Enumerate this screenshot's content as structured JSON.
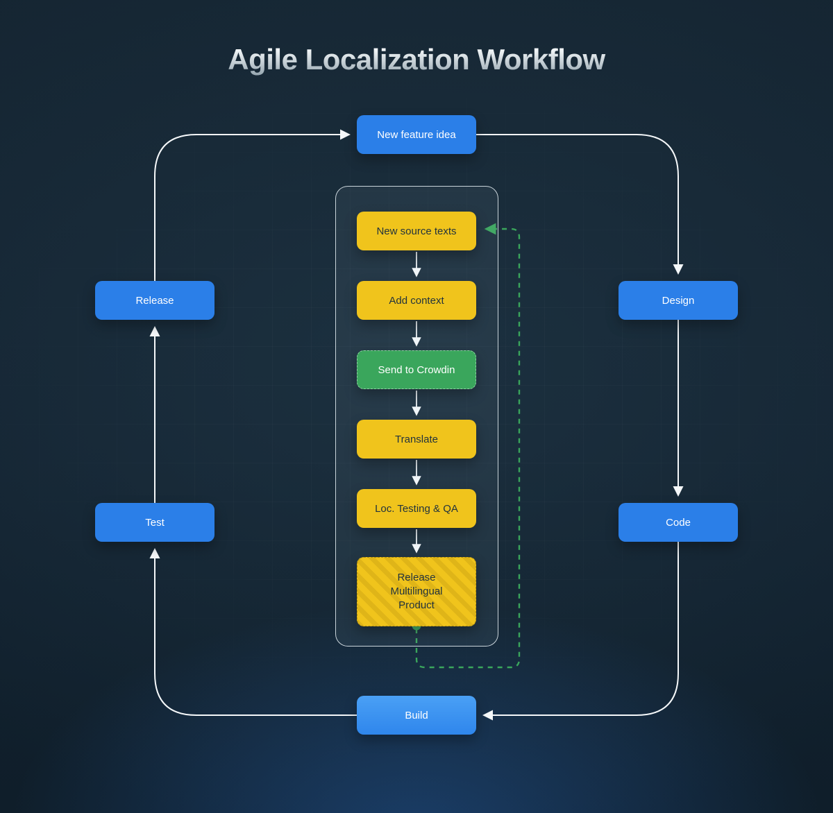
{
  "title": "Agile Localization Workflow",
  "outer_nodes": {
    "new_feature_idea": {
      "label": "New feature idea"
    },
    "design": {
      "label": "Design"
    },
    "code": {
      "label": "Code"
    },
    "build": {
      "label": "Build"
    },
    "test": {
      "label": "Test"
    },
    "release": {
      "label": "Release"
    }
  },
  "inner_steps": {
    "new_source_texts": {
      "label": "New source texts"
    },
    "add_context": {
      "label": "Add context"
    },
    "send_to_crowdin": {
      "label": "Send to Crowdin"
    },
    "translate": {
      "label": "Translate"
    },
    "loc_testing_qa": {
      "label": "Loc. Testing & QA"
    },
    "release_multilingual": {
      "label": "Release Multilingual Product"
    }
  },
  "colors": {
    "node_blue": "#2b7fe8",
    "node_yellow": "#f0c41c",
    "node_green": "#3aa65c",
    "feedback_green": "#3aa65c",
    "arrow_white": "#f5f8fa",
    "background": "#132230"
  }
}
